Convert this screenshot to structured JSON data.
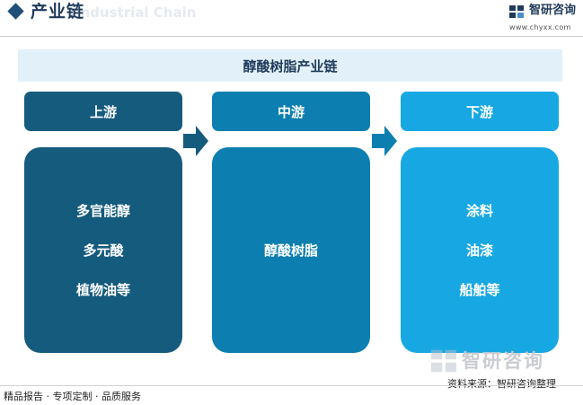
{
  "header": {
    "title": "产业链",
    "watermark": "Industrial Chain",
    "logo_text": "智研咨询",
    "logo_url": "www.chyxx.com"
  },
  "diagram": {
    "title": "醇酸树脂产业链",
    "stages": [
      {
        "label": "上游",
        "items": [
          "多官能醇",
          "多元酸",
          "植物油等"
        ],
        "color": "#155b7e"
      },
      {
        "label": "中游",
        "items": [
          "醇酸树脂"
        ],
        "color": "#0c7fb0"
      },
      {
        "label": "下游",
        "items": [
          "涂料",
          "油漆",
          "船舶等"
        ],
        "color": "#17a8e3"
      }
    ]
  },
  "footer": {
    "left": "精品报告 · 专项定制 · 品质服务",
    "source": "资料来源：智研咨询整理",
    "watermark": "智研咨询"
  }
}
